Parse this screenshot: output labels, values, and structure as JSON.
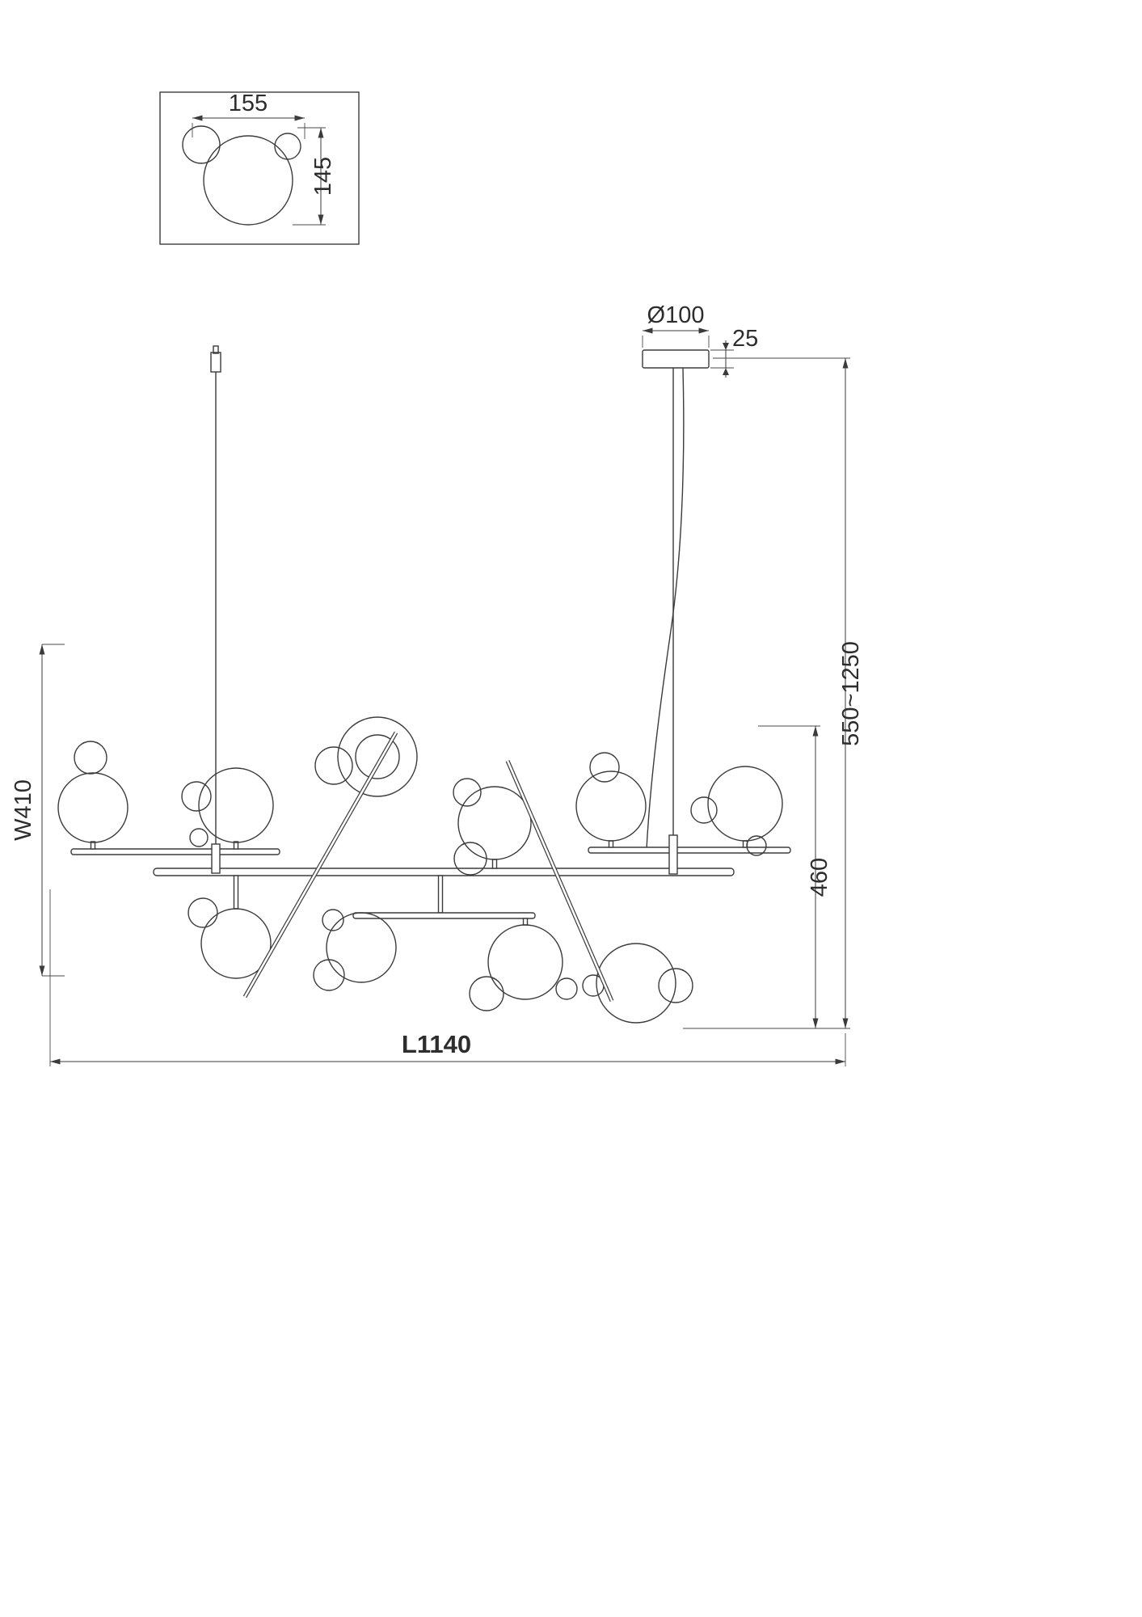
{
  "detail_view": {
    "width_label": "155",
    "height_label": "145"
  },
  "dimensions": {
    "canopy_diameter": "Ø100",
    "canopy_height": "25",
    "suspension_range": "550~1250",
    "body_drop": "460",
    "fixture_width": "W410",
    "fixture_length": "L1140"
  }
}
